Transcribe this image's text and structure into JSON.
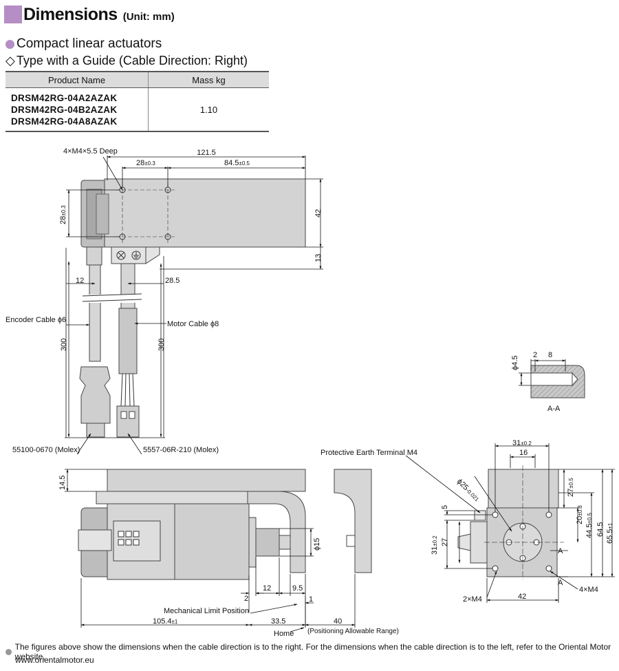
{
  "header": {
    "title": "Dimensions",
    "unit": "(Unit: mm)"
  },
  "subtitle": "Compact linear actuators",
  "type_title": "Type with a Guide (Cable Direction: Right)",
  "table": {
    "headers": [
      "Product Name",
      "Mass  kg"
    ],
    "products": [
      "DRSM42RG-04A2AZAK",
      "DRSM42RG-04B2AZAK",
      "DRSM42RG-04A8AZAK"
    ],
    "mass": "1.10"
  },
  "top_view": {
    "holes": "4×M4×5.5 Deep",
    "overall_length": "121.5",
    "hole_pitch_x": "28",
    "hole_pitch_x_tol": "±0.3",
    "hole_offset": "84.5",
    "hole_offset_tol": "±0.5",
    "hole_pitch_y": "28",
    "hole_pitch_y_tol": "±0.3",
    "height": "42",
    "terminal_height": "13",
    "enc_offset": "12",
    "motor_offset": "28.5",
    "encoder_cable": "Encoder Cable ϕ6",
    "motor_cable": "Motor Cable ϕ8",
    "cable_len_1": "300",
    "cable_len_2": "300",
    "conn_1": "55100-0670 (Molex)",
    "conn_2": "5557-06R-210 (Molex)"
  },
  "section": {
    "d1": "ϕ4.5",
    "d2": "2",
    "d3": "8",
    "label": "A-A"
  },
  "side_view": {
    "guide_h": "14.5",
    "shaft_d": "ϕ15",
    "d2": "2",
    "d12": "12",
    "d95": "9.5",
    "d1": "1",
    "mech_limit": "Mechanical Limit Position",
    "len": "105.4",
    "len_tol": "±1",
    "d335": "33.5",
    "d40": "40",
    "home": "Home",
    "pos_range": "(Positioning Allowable Range)"
  },
  "end_view": {
    "pe": "Protective Earth Terminal M4",
    "w31": "31",
    "w31_tol": "±0.2",
    "w16": "16",
    "d25": "ϕ25",
    "d25_tol": "-0.021",
    "h27a": "27",
    "h27a_tol": "±0.5",
    "h20": "20",
    "h20_tol": "±0.3",
    "h445": "44.5",
    "h445_tol": "±0.5",
    "h645": "64.5",
    "h655": "65.5",
    "h655_tol": "±1",
    "v5": "5",
    "v31": "31",
    "v31_tol": "±0.2",
    "v27": "27",
    "a1": "A",
    "a2": "A",
    "m4a": "2×M4",
    "w42": "42",
    "m4b": "4×M4"
  },
  "footnote": "The figures above show the dimensions when the cable direction is to the right. For the dimensions when the cable direction is to the left, refer to the Oriental Motor website.",
  "website": "www.orientalmotor.eu",
  "colors": {
    "accent": "#b48ec4",
    "body": "#d0d0d0",
    "dark": "#999999"
  }
}
